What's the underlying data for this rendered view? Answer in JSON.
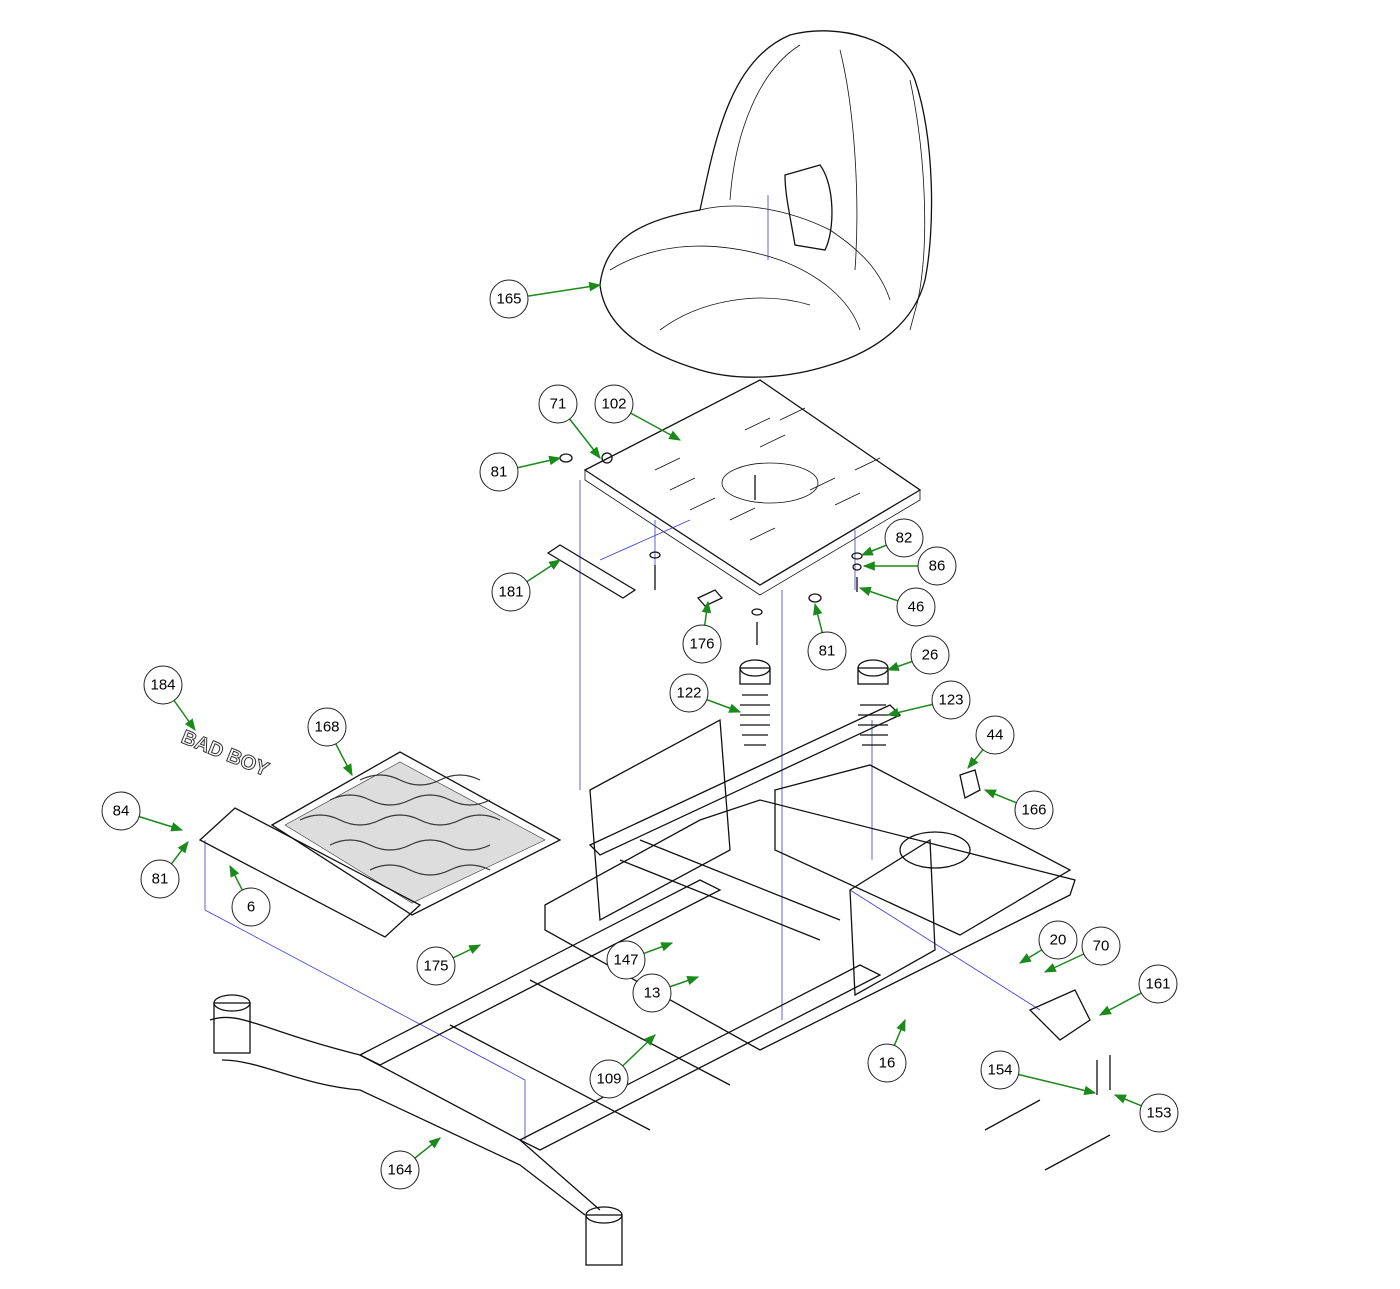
{
  "diagram": {
    "callouts": [
      "165",
      "71",
      "102",
      "81",
      "82",
      "86",
      "46",
      "181",
      "176",
      "81",
      "26",
      "122",
      "123",
      "184",
      "168",
      "44",
      "166",
      "84",
      "81",
      "6",
      "20",
      "70",
      "175",
      "147",
      "13",
      "161",
      "16",
      "109",
      "154",
      "153",
      "164"
    ],
    "logo_text": "BAD BOY"
  },
  "colors": {
    "arrow": "#1a8a1a",
    "guide": "#3b3bdc",
    "line": "#111111"
  }
}
